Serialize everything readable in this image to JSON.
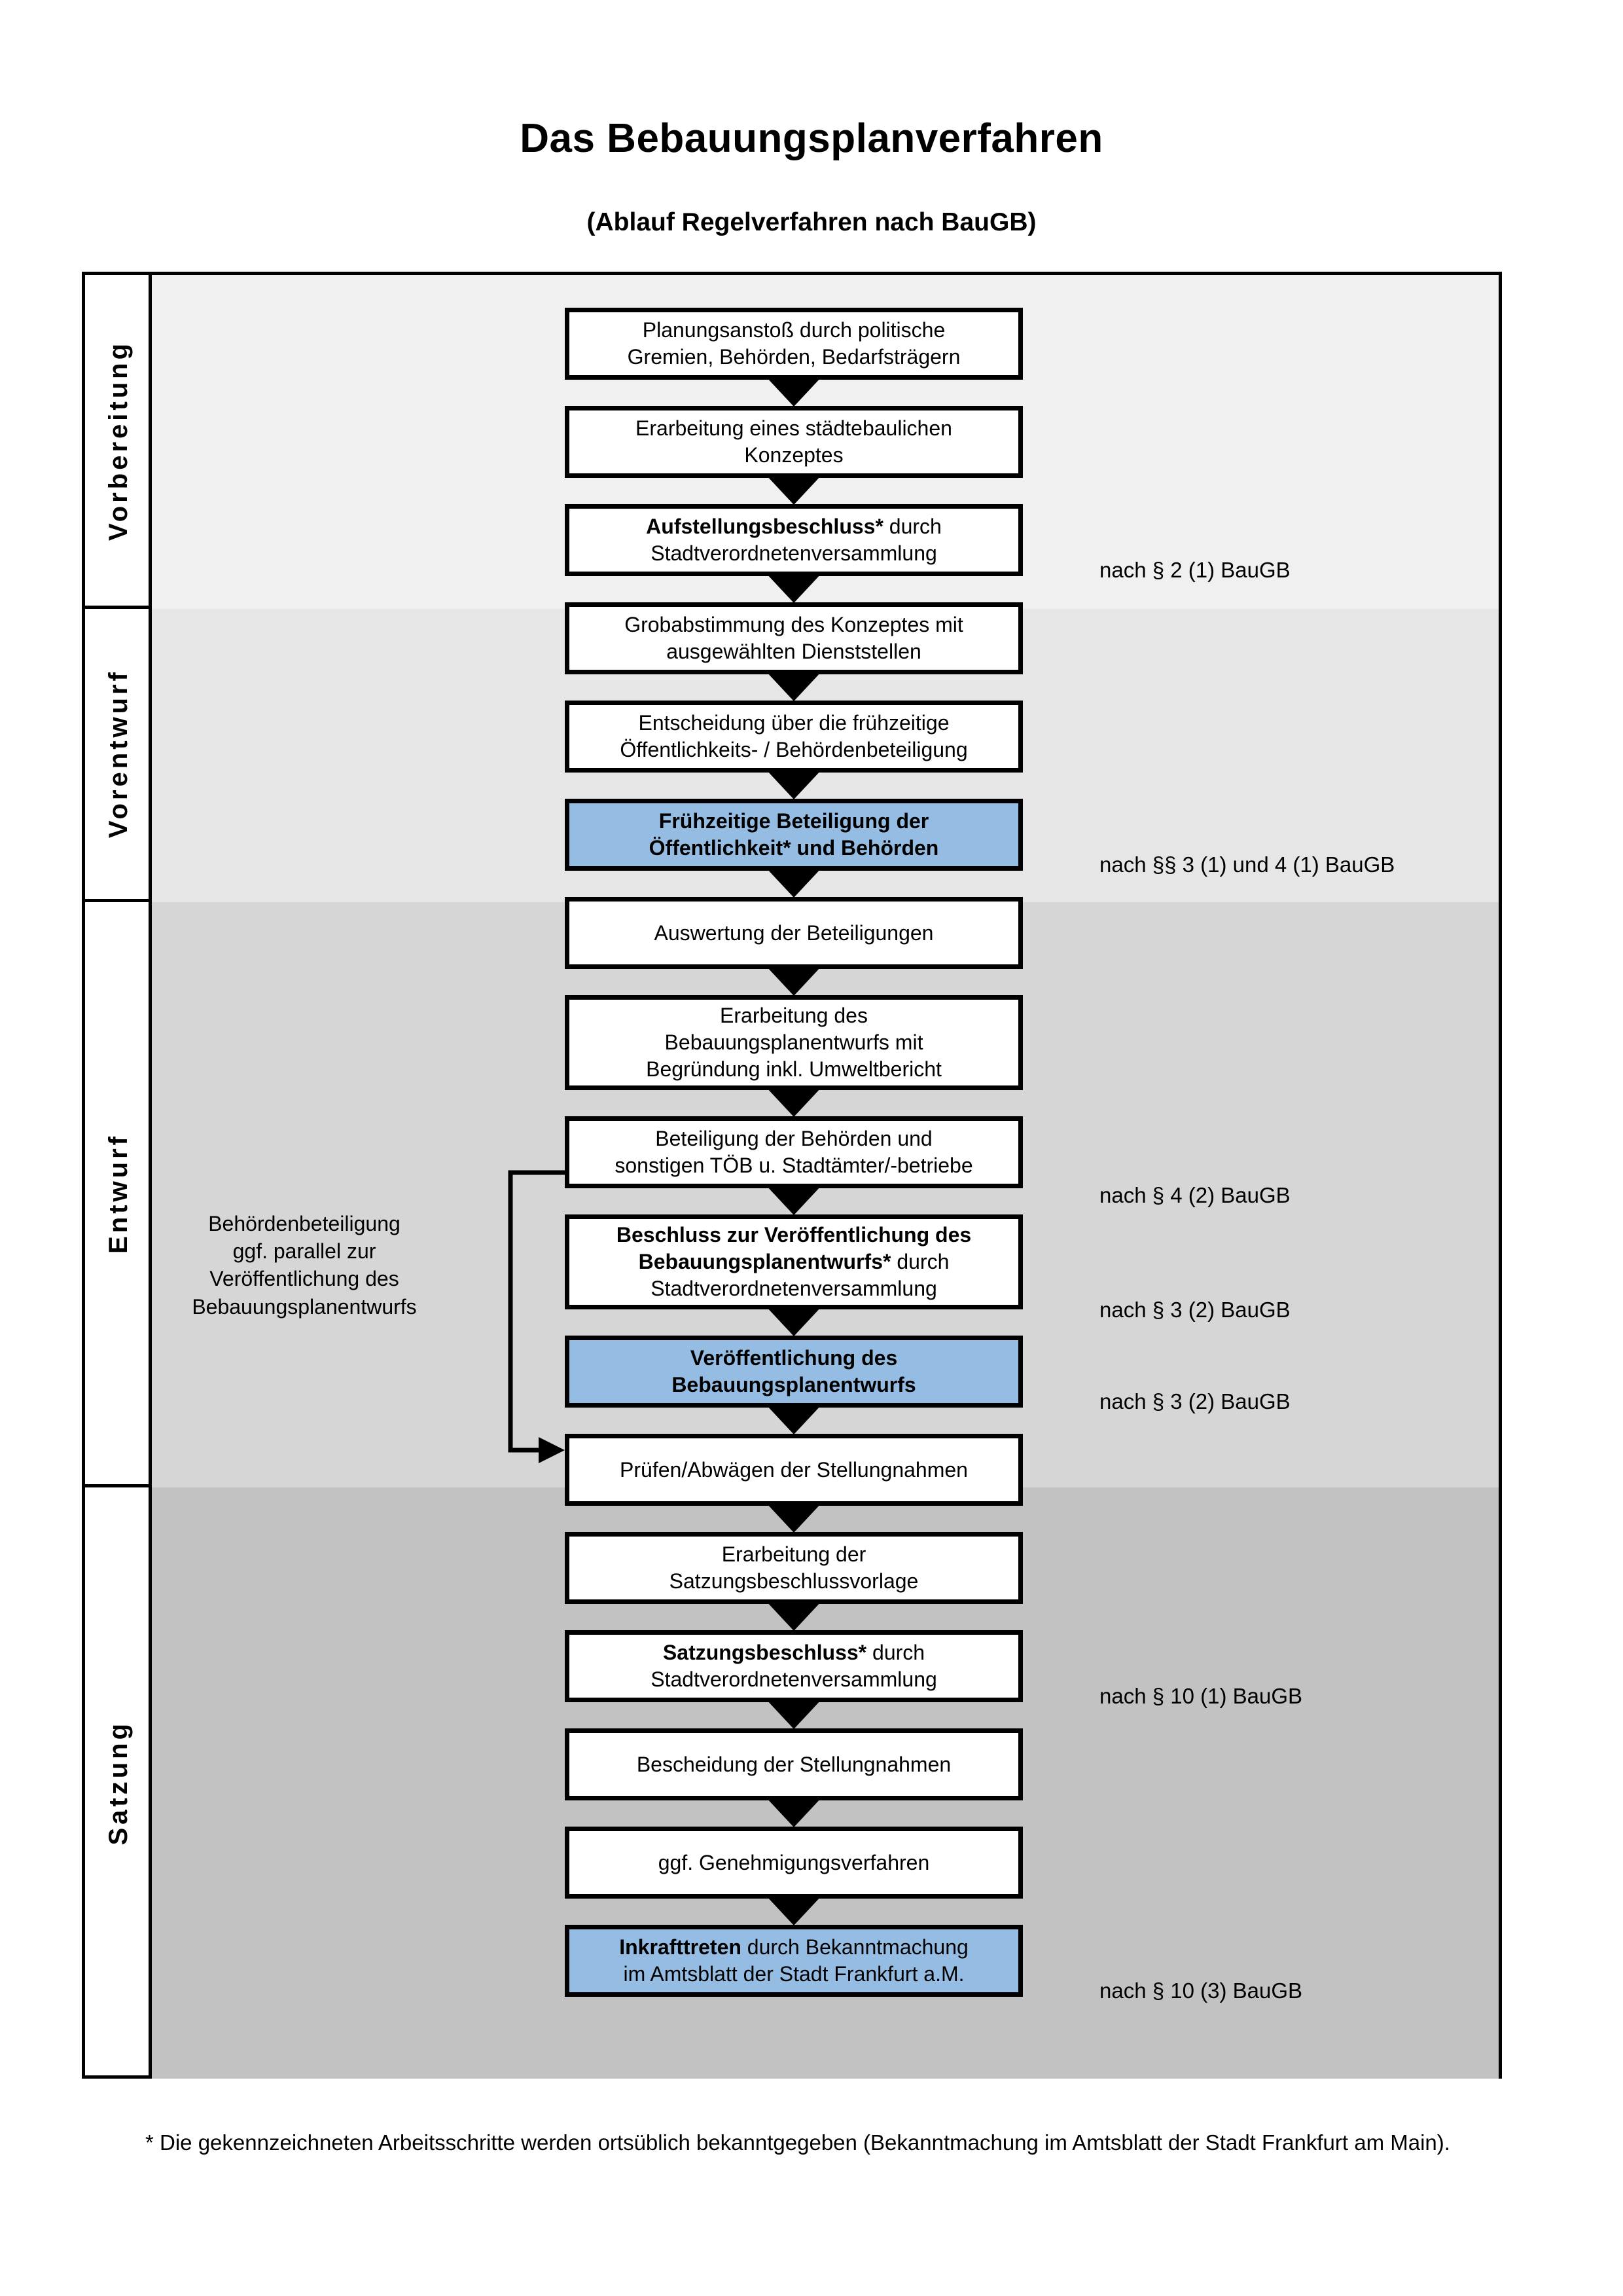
{
  "title": "Das Bebauungsplanverfahren",
  "subtitle": "(Ablauf Regelverfahren nach BauGB)",
  "colors": {
    "highlight_blue": "#95bde3",
    "band_1": "#f0f0f0",
    "band_2": "#e6e6e6",
    "band_3": "#d6d6d6",
    "band_4": "#c2c2c2",
    "outline": "#000000"
  },
  "phases": [
    {
      "label": "Vorbereitung"
    },
    {
      "label": "Vorentwurf"
    },
    {
      "label": "Entwurf"
    },
    {
      "label": "Satzung"
    }
  ],
  "steps": [
    {
      "line1": "Planungsanstoß durch politische",
      "line2": "Gremien, Behörden, Bedarfsträgern",
      "bold1": "",
      "highlight": false
    },
    {
      "line1": "Erarbeitung eines städtebaulichen",
      "line2": "Konzeptes",
      "bold1": "",
      "highlight": false
    },
    {
      "line1": "",
      "line2": "Stadtverordnetenversammlung",
      "bold1": "Aufstellungsbeschluss*",
      "rest1": " durch",
      "highlight": false
    },
    {
      "line1": "Grobabstimmung des Konzeptes mit",
      "line2": "ausgewählten Dienststellen",
      "bold1": "",
      "highlight": false
    },
    {
      "line1": "Entscheidung über die frühzeitige",
      "line2": "Öffentlichkeits- / Behördenbeteiligung",
      "bold1": "",
      "highlight": false
    },
    {
      "line1": "Frühzeitige Beteiligung der",
      "line2": "Öffentlichkeit* und Behörden",
      "bold1": "",
      "highlight": true
    },
    {
      "line1": "Auswertung der Beteiligungen",
      "line2": "",
      "bold1": "",
      "highlight": false
    },
    {
      "line1": "Erarbeitung des",
      "line2": "Bebauungsplanentwurfs mit",
      "line3": "Begründung inkl. Umweltbericht",
      "bold1": "",
      "highlight": false
    },
    {
      "line1": "Beteiligung der Behörden und",
      "line2": "sonstigen TÖB u. Stadtämter/-betriebe",
      "bold1": "",
      "highlight": false
    },
    {
      "line1": "Beschluss zur Veröffentlichung des",
      "line2": "Bebauungsplanentwurfs* durch",
      "line3": "Stadtverordnetenversammlung",
      "bold1": "",
      "highlight": false
    },
    {
      "line1": "Veröffentlichung des",
      "line2": "Bebauungsplanentwurfs",
      "bold1": "",
      "highlight": true
    },
    {
      "line1": "Prüfen/Abwägen der Stellungnahmen",
      "line2": "",
      "bold1": "",
      "highlight": false
    },
    {
      "line1": "Erarbeitung der",
      "line2": "Satzungsbeschlussvorlage",
      "bold1": "",
      "highlight": false
    },
    {
      "line1": "",
      "line2": "Stadtverordnetenversammlung",
      "bold1": "Satzungsbeschluss*",
      "rest1": " durch",
      "highlight": false
    },
    {
      "line1": "Bescheidung der Stellungnahmen",
      "line2": "",
      "bold1": "",
      "highlight": false
    },
    {
      "line1": "ggf. Genehmigungsverfahren",
      "line2": "",
      "bold1": "",
      "highlight": false
    },
    {
      "line1": "",
      "line2": "im Amtsblatt der Stadt Frankfurt a.M.",
      "bold1": "Inkrafttreten",
      "rest1": " durch Bekanntmachung",
      "highlight": true
    }
  ],
  "references": [
    {
      "text": "nach § 2 (1) BauGB"
    },
    {
      "text": "nach §§ 3 (1) und 4 (1) BauGB"
    },
    {
      "text": "nach § 4 (2) BauGB"
    },
    {
      "text": "nach § 3 (2) BauGB"
    },
    {
      "text": "nach § 3 (2) BauGB"
    },
    {
      "text": "nach § 10 (1) BauGB"
    },
    {
      "text": "nach § 10 (3) BauGB"
    }
  ],
  "side_note": {
    "line1": "Behördenbeteiligung",
    "line2": "ggf. parallel zur",
    "line3": "Veröffentlichung des",
    "line4": "Bebauungsplanentwurfs"
  },
  "footnote": "* Die gekennzeichneten Arbeitsschritte werden ortsüblich bekanntgegeben (Bekanntmachung im Amtsblatt  der Stadt Frankfurt am Main)."
}
